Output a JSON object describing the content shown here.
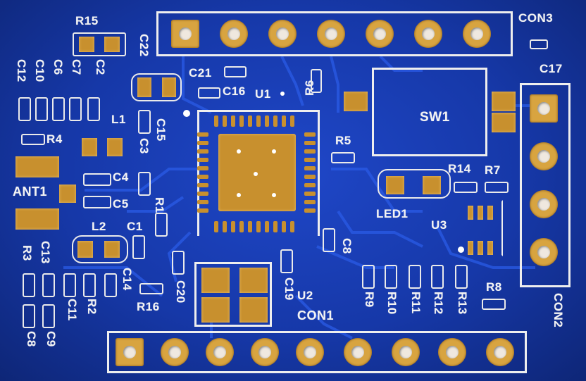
{
  "board": {
    "solder_mask_color": "#1a3fb8",
    "pad_color": "#c8902e",
    "silkscreen_color": "#f3f3f3"
  },
  "labels": {
    "r15": "R15",
    "c22": "C22",
    "con3": "CON3",
    "c17": "C17",
    "c21": "C21",
    "c16": "C16",
    "u1": "U1",
    "r6": "R6",
    "sw1": "SW1",
    "c12": "C12",
    "c10": "C10",
    "c6": "C6",
    "c7": "C7",
    "c2": "C2",
    "l1": "L1",
    "c15": "C15",
    "c3": "C3",
    "r4": "R4",
    "r5": "R5",
    "ant1": "ANT1",
    "c4": "C4",
    "c5": "C5",
    "r1": "R1",
    "r14": "R14",
    "r7": "R7",
    "led1": "LED1",
    "u3": "U3",
    "l2": "L2",
    "c1": "C1",
    "c8": "C8",
    "r3": "R3",
    "c13": "C13",
    "c14": "C14",
    "r2": "R2",
    "c11": "C11",
    "r16": "R16",
    "c20": "C20",
    "c19": "C19",
    "u2": "U2",
    "con1": "CON1",
    "r9": "R9",
    "r10": "R10",
    "r11": "R11",
    "r12": "R12",
    "r13": "R13",
    "r8": "R8",
    "con2": "CON2",
    "c9": "C9",
    "c8b": "C8"
  }
}
